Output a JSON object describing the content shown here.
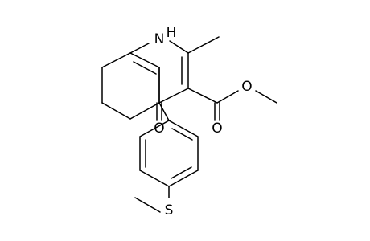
{
  "molecule": {
    "atoms": {
      "nh": "H",
      "n": "N",
      "o_ketone": "O",
      "o_ester_carbonyl": "O",
      "o_ester_ether": "O",
      "s": "S"
    }
  },
  "style": {
    "bond_color": "#000000",
    "background": "#ffffff"
  }
}
